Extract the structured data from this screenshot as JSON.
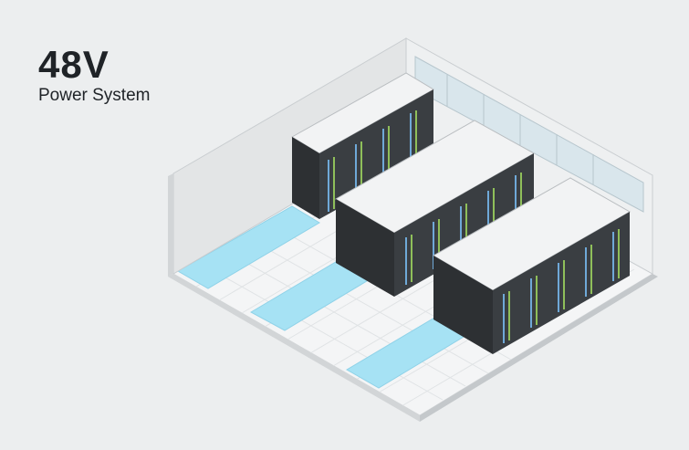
{
  "heading": {
    "title": "48V",
    "subtitle": "Power System"
  },
  "colors": {
    "background": "#eceeef",
    "rack_dark": "#2d3033",
    "rack_top": "#f2f3f4",
    "cold_aisle": "#9fdff2",
    "floor": "#f4f5f6",
    "wall": "#e6e8e9",
    "window": "#d7e4ea",
    "rack_led_blue": "#6fa9d8",
    "rack_led_green": "#8fbf5a"
  },
  "illustration": {
    "subject": "isometric data center room",
    "rack_rows": 3
  }
}
